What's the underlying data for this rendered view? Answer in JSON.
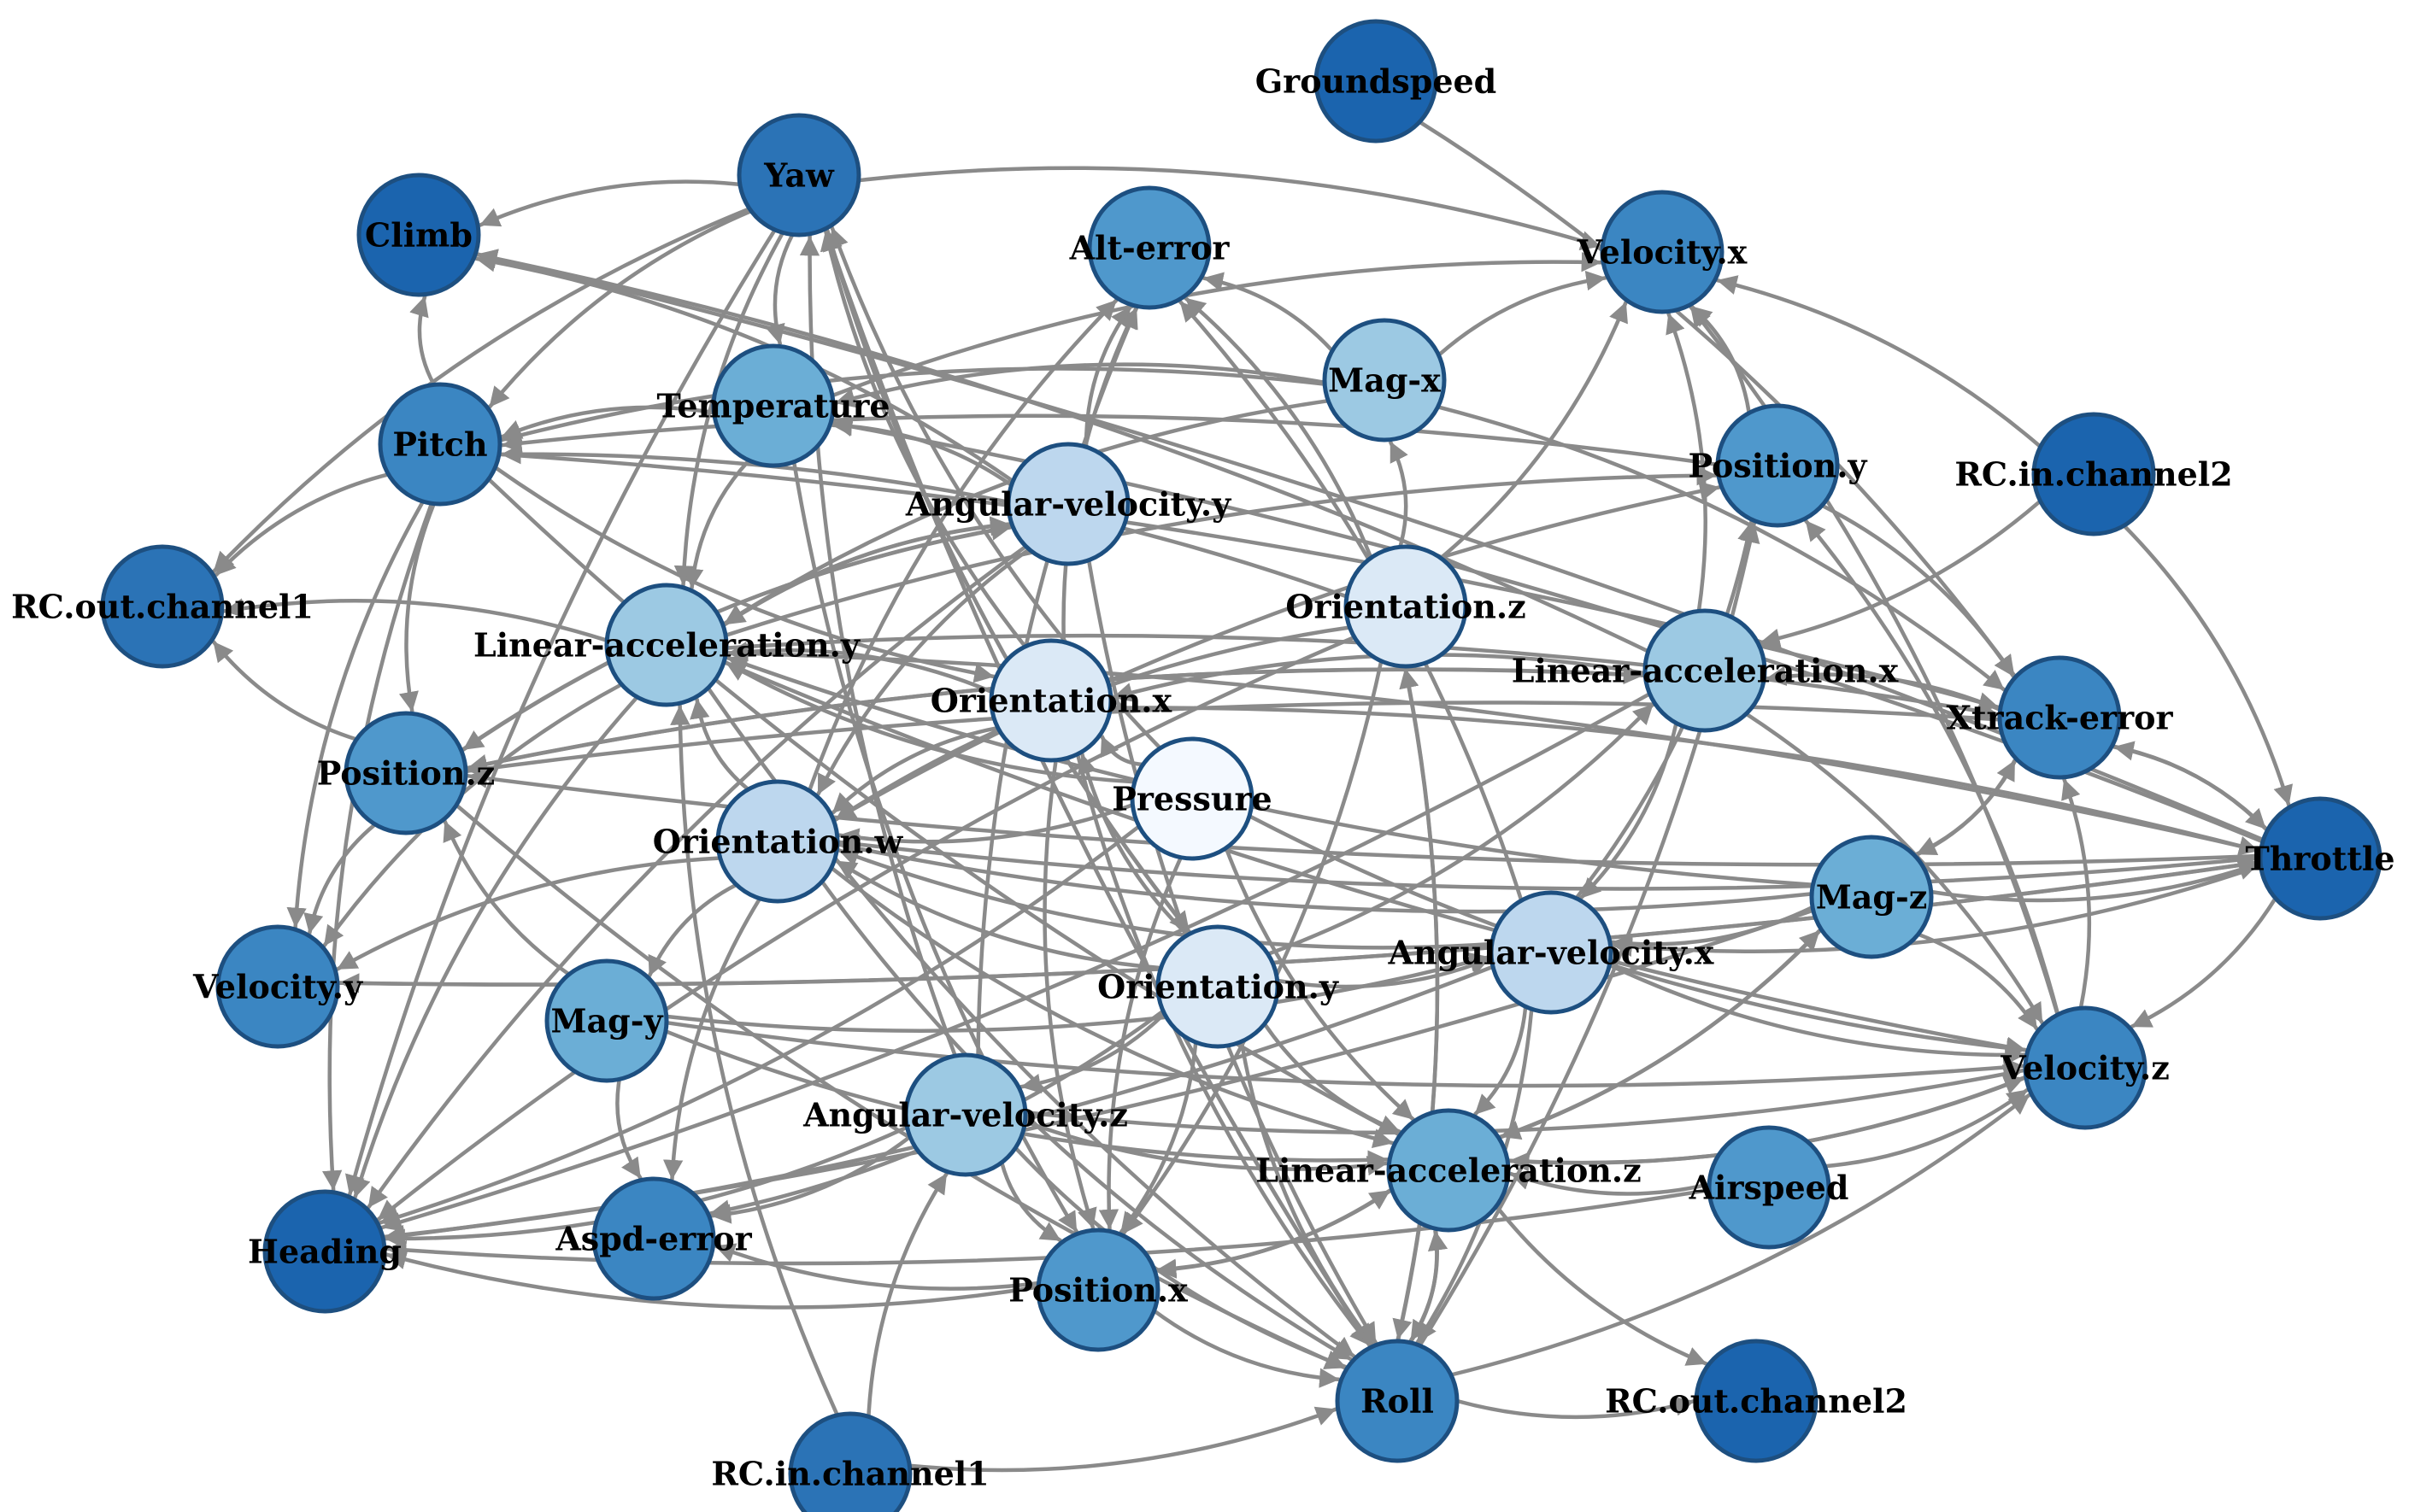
{
  "diagram": {
    "type": "directed-graph",
    "palette": [
      "#f4f9ff",
      "#dbe9f6",
      "#bdd7ee",
      "#9cc9e3",
      "#6baed6",
      "#4f98cc",
      "#3b86c2",
      "#2b73b6",
      "#1b64ae"
    ],
    "edge_color": "#8a8a8a",
    "nodes": [
      {
        "id": "groundspeed",
        "label": "Groundspeed",
        "shade": 8
      },
      {
        "id": "yaw",
        "label": "Yaw",
        "shade": 7
      },
      {
        "id": "climb",
        "label": "Climb",
        "shade": 8
      },
      {
        "id": "alt-error",
        "label": "Alt-error",
        "shade": 5
      },
      {
        "id": "velocity-x",
        "label": "Velocity.x",
        "shade": 6
      },
      {
        "id": "temperature",
        "label": "Temperature",
        "shade": 4
      },
      {
        "id": "mag-x",
        "label": "Mag-x",
        "shade": 3
      },
      {
        "id": "pitch",
        "label": "Pitch",
        "shade": 6
      },
      {
        "id": "position-y",
        "label": "Position.y",
        "shade": 5
      },
      {
        "id": "rc-in-channel2",
        "label": "RC.in.channel2",
        "shade": 8
      },
      {
        "id": "angular-velocity-y",
        "label": "Angular-velocity.y",
        "shade": 2
      },
      {
        "id": "rc-out-channel1",
        "label": "RC.out.channel1",
        "shade": 7
      },
      {
        "id": "linear-acceleration-y",
        "label": "Linear-acceleration.y",
        "shade": 3
      },
      {
        "id": "orientation-z",
        "label": "Orientation.z",
        "shade": 1
      },
      {
        "id": "linear-acceleration-x",
        "label": "Linear-acceleration.x",
        "shade": 3
      },
      {
        "id": "orientation-x",
        "label": "Orientation.x",
        "shade": 1
      },
      {
        "id": "xtrack-error",
        "label": "Xtrack-error",
        "shade": 6
      },
      {
        "id": "position-z",
        "label": "Position.z",
        "shade": 5
      },
      {
        "id": "pressure",
        "label": "Pressure",
        "shade": 0
      },
      {
        "id": "orientation-w",
        "label": "Orientation.w",
        "shade": 2
      },
      {
        "id": "throttle",
        "label": "Throttle",
        "shade": 8
      },
      {
        "id": "mag-z",
        "label": "Mag-z",
        "shade": 4
      },
      {
        "id": "velocity-y",
        "label": "Velocity.y",
        "shade": 6
      },
      {
        "id": "orientation-y",
        "label": "Orientation.y",
        "shade": 1
      },
      {
        "id": "angular-velocity-x",
        "label": "Angular-velocity.x",
        "shade": 2
      },
      {
        "id": "mag-y",
        "label": "Mag-y",
        "shade": 4
      },
      {
        "id": "velocity-z",
        "label": "Velocity.z",
        "shade": 6
      },
      {
        "id": "angular-velocity-z",
        "label": "Angular-velocity.z",
        "shade": 3
      },
      {
        "id": "linear-acceleration-z",
        "label": "Linear-acceleration.z",
        "shade": 4
      },
      {
        "id": "airspeed",
        "label": "Airspeed",
        "shade": 5
      },
      {
        "id": "heading",
        "label": "Heading",
        "shade": 8
      },
      {
        "id": "aspd-error",
        "label": "Aspd-error",
        "shade": 6
      },
      {
        "id": "position-x",
        "label": "Position.x",
        "shade": 5
      },
      {
        "id": "roll",
        "label": "Roll",
        "shade": 6
      },
      {
        "id": "rc-out-channel2",
        "label": "RC.out.channel2",
        "shade": 8
      },
      {
        "id": "rc-in-channel1",
        "label": "RC.in.channel1",
        "shade": 7
      }
    ],
    "edges": [
      [
        "groundspeed",
        "xtrack-error"
      ],
      [
        "yaw",
        "climb"
      ],
      [
        "yaw",
        "rc-out-channel1"
      ],
      [
        "yaw",
        "pitch"
      ],
      [
        "yaw",
        "linear-acceleration-y"
      ],
      [
        "yaw",
        "heading"
      ],
      [
        "yaw",
        "roll"
      ],
      [
        "yaw",
        "velocity-x"
      ],
      [
        "yaw",
        "orientation-y"
      ],
      [
        "yaw",
        "temperature"
      ],
      [
        "pitch",
        "climb"
      ],
      [
        "pitch",
        "rc-out-channel1"
      ],
      [
        "pitch",
        "position-z"
      ],
      [
        "pitch",
        "velocity-y"
      ],
      [
        "pitch",
        "heading"
      ],
      [
        "pitch",
        "orientation-x"
      ],
      [
        "pitch",
        "xtrack-error"
      ],
      [
        "pitch",
        "linear-acceleration-z"
      ],
      [
        "temperature",
        "pitch"
      ],
      [
        "temperature",
        "linear-acceleration-y"
      ],
      [
        "temperature",
        "position-x"
      ],
      [
        "temperature",
        "velocity-x"
      ],
      [
        "angular-velocity-y",
        "alt-error"
      ],
      [
        "angular-velocity-y",
        "linear-acceleration-y"
      ],
      [
        "angular-velocity-y",
        "heading"
      ],
      [
        "angular-velocity-y",
        "orientation-w"
      ],
      [
        "angular-velocity-y",
        "roll"
      ],
      [
        "angular-velocity-y",
        "temperature"
      ],
      [
        "angular-velocity-y",
        "position-z"
      ],
      [
        "angular-velocity-y",
        "climb"
      ],
      [
        "mag-x",
        "velocity-x"
      ],
      [
        "mag-x",
        "alt-error"
      ],
      [
        "mag-x",
        "linear-acceleration-y"
      ],
      [
        "mag-x",
        "temperature"
      ],
      [
        "mag-x",
        "xtrack-error"
      ],
      [
        "mag-x",
        "pitch"
      ],
      [
        "position-y",
        "velocity-x"
      ],
      [
        "position-y",
        "xtrack-error"
      ],
      [
        "position-y",
        "pitch"
      ],
      [
        "rc-in-channel2",
        "linear-acceleration-x"
      ],
      [
        "rc-in-channel2",
        "velocity-x"
      ],
      [
        "rc-in-channel2",
        "throttle"
      ],
      [
        "linear-acceleration-y",
        "velocity-y"
      ],
      [
        "linear-acceleration-y",
        "position-y"
      ],
      [
        "linear-acceleration-y",
        "velocity-z"
      ],
      [
        "linear-acceleration-y",
        "heading"
      ],
      [
        "linear-acceleration-y",
        "roll"
      ],
      [
        "linear-acceleration-y",
        "rc-out-channel1"
      ],
      [
        "linear-acceleration-y",
        "angular-velocity-y"
      ],
      [
        "linear-acceleration-y",
        "xtrack-error"
      ],
      [
        "orientation-z",
        "alt-error"
      ],
      [
        "orientation-z",
        "mag-x"
      ],
      [
        "orientation-z",
        "position-x"
      ],
      [
        "orientation-z",
        "orientation-w"
      ],
      [
        "orientation-z",
        "heading"
      ],
      [
        "orientation-z",
        "velocity-x"
      ],
      [
        "orientation-z",
        "roll"
      ],
      [
        "orientation-z",
        "pitch"
      ],
      [
        "linear-acceleration-x",
        "velocity-x"
      ],
      [
        "linear-acceleration-x",
        "position-z"
      ],
      [
        "linear-acceleration-x",
        "orientation-x"
      ],
      [
        "linear-acceleration-x",
        "climb"
      ],
      [
        "linear-acceleration-x",
        "velocity-z"
      ],
      [
        "linear-acceleration-x",
        "angular-velocity-x"
      ],
      [
        "linear-acceleration-x",
        "heading"
      ],
      [
        "orientation-x",
        "alt-error"
      ],
      [
        "orientation-x",
        "orientation-w"
      ],
      [
        "orientation-x",
        "roll"
      ],
      [
        "orientation-x",
        "position-x"
      ],
      [
        "orientation-x",
        "linear-acceleration-y"
      ],
      [
        "orientation-x",
        "yaw"
      ],
      [
        "orientation-x",
        "throttle"
      ],
      [
        "xtrack-error",
        "throttle"
      ],
      [
        "xtrack-error",
        "position-z"
      ],
      [
        "xtrack-error",
        "mag-z"
      ],
      [
        "xtrack-error",
        "linear-acceleration-x"
      ],
      [
        "position-z",
        "velocity-y"
      ],
      [
        "position-z",
        "linear-acceleration-x"
      ],
      [
        "position-z",
        "roll"
      ],
      [
        "position-z",
        "angular-velocity-y"
      ],
      [
        "position-z",
        "rc-out-channel1"
      ],
      [
        "pressure",
        "orientation-x"
      ],
      [
        "pressure",
        "orientation-w"
      ],
      [
        "pressure",
        "heading"
      ],
      [
        "pressure",
        "linear-acceleration-z"
      ],
      [
        "pressure",
        "position-x"
      ],
      [
        "pressure",
        "velocity-z"
      ],
      [
        "pressure",
        "linear-acceleration-y"
      ],
      [
        "pressure",
        "yaw"
      ],
      [
        "orientation-w",
        "mag-y"
      ],
      [
        "orientation-w",
        "aspd-error"
      ],
      [
        "orientation-w",
        "velocity-y"
      ],
      [
        "orientation-w",
        "linear-acceleration-z"
      ],
      [
        "orientation-w",
        "position-y"
      ],
      [
        "orientation-w",
        "alt-error"
      ],
      [
        "orientation-w",
        "linear-acceleration-y"
      ],
      [
        "orientation-w",
        "roll"
      ],
      [
        "throttle",
        "velocity-z"
      ],
      [
        "throttle",
        "velocity-y"
      ],
      [
        "throttle",
        "climb"
      ],
      [
        "throttle",
        "angular-velocity-x"
      ],
      [
        "throttle",
        "xtrack-error"
      ],
      [
        "throttle",
        "position-z"
      ],
      [
        "throttle",
        "linear-acceleration-y"
      ],
      [
        "throttle",
        "orientation-w"
      ],
      [
        "throttle",
        "temperature"
      ],
      [
        "mag-z",
        "linear-acceleration-z"
      ],
      [
        "mag-z",
        "velocity-z"
      ],
      [
        "mag-z",
        "xtrack-error"
      ],
      [
        "mag-z",
        "angular-velocity-x"
      ],
      [
        "mag-z",
        "orientation-w"
      ],
      [
        "mag-z",
        "heading"
      ],
      [
        "mag-z",
        "linear-acceleration-y"
      ],
      [
        "mag-z",
        "throttle"
      ],
      [
        "velocity-y",
        "throttle"
      ],
      [
        "orientation-y",
        "linear-acceleration-z"
      ],
      [
        "orientation-y",
        "position-x"
      ],
      [
        "orientation-y",
        "orientation-x"
      ],
      [
        "orientation-y",
        "aspd-error"
      ],
      [
        "orientation-y",
        "angular-velocity-z"
      ],
      [
        "orientation-y",
        "orientation-w"
      ],
      [
        "orientation-y",
        "roll"
      ],
      [
        "orientation-y",
        "angular-velocity-x"
      ],
      [
        "orientation-y",
        "linear-acceleration-x"
      ],
      [
        "orientation-y",
        "yaw"
      ],
      [
        "angular-velocity-x",
        "linear-acceleration-z"
      ],
      [
        "angular-velocity-x",
        "roll"
      ],
      [
        "angular-velocity-x",
        "heading"
      ],
      [
        "angular-velocity-x",
        "velocity-z"
      ],
      [
        "angular-velocity-x",
        "position-y"
      ],
      [
        "angular-velocity-x",
        "alt-error"
      ],
      [
        "angular-velocity-x",
        "orientation-w"
      ],
      [
        "mag-y",
        "aspd-error"
      ],
      [
        "mag-y",
        "velocity-z"
      ],
      [
        "mag-y",
        "linear-acceleration-z"
      ],
      [
        "mag-y",
        "angular-velocity-x"
      ],
      [
        "mag-y",
        "position-z"
      ],
      [
        "velocity-z",
        "xtrack-error"
      ],
      [
        "velocity-z",
        "velocity-x"
      ],
      [
        "velocity-z",
        "linear-acceleration-z"
      ],
      [
        "velocity-z",
        "position-y"
      ],
      [
        "angular-velocity-z",
        "aspd-error"
      ],
      [
        "angular-velocity-z",
        "position-x"
      ],
      [
        "angular-velocity-z",
        "roll"
      ],
      [
        "angular-velocity-z",
        "alt-error"
      ],
      [
        "angular-velocity-z",
        "velocity-z"
      ],
      [
        "angular-velocity-z",
        "yaw"
      ],
      [
        "angular-velocity-z",
        "linear-acceleration-z"
      ],
      [
        "angular-velocity-z",
        "heading"
      ],
      [
        "linear-acceleration-z",
        "roll"
      ],
      [
        "linear-acceleration-z",
        "velocity-z"
      ],
      [
        "linear-acceleration-z",
        "rc-out-channel2"
      ],
      [
        "linear-acceleration-z",
        "position-x"
      ],
      [
        "linear-acceleration-z",
        "mag-z"
      ],
      [
        "airspeed",
        "velocity-z"
      ],
      [
        "airspeed",
        "linear-acceleration-z"
      ],
      [
        "airspeed",
        "heading"
      ],
      [
        "position-x",
        "linear-acceleration-z"
      ],
      [
        "position-x",
        "aspd-error"
      ],
      [
        "position-x",
        "heading"
      ],
      [
        "position-x",
        "roll"
      ],
      [
        "roll",
        "linear-acceleration-z"
      ],
      [
        "roll",
        "velocity-z"
      ],
      [
        "roll",
        "position-y"
      ],
      [
        "roll",
        "orientation-z"
      ],
      [
        "roll",
        "yaw"
      ],
      [
        "roll",
        "rc-out-channel2"
      ],
      [
        "rc-in-channel1",
        "roll"
      ],
      [
        "rc-in-channel1",
        "angular-velocity-z"
      ],
      [
        "rc-in-channel1",
        "linear-acceleration-y"
      ]
    ]
  }
}
